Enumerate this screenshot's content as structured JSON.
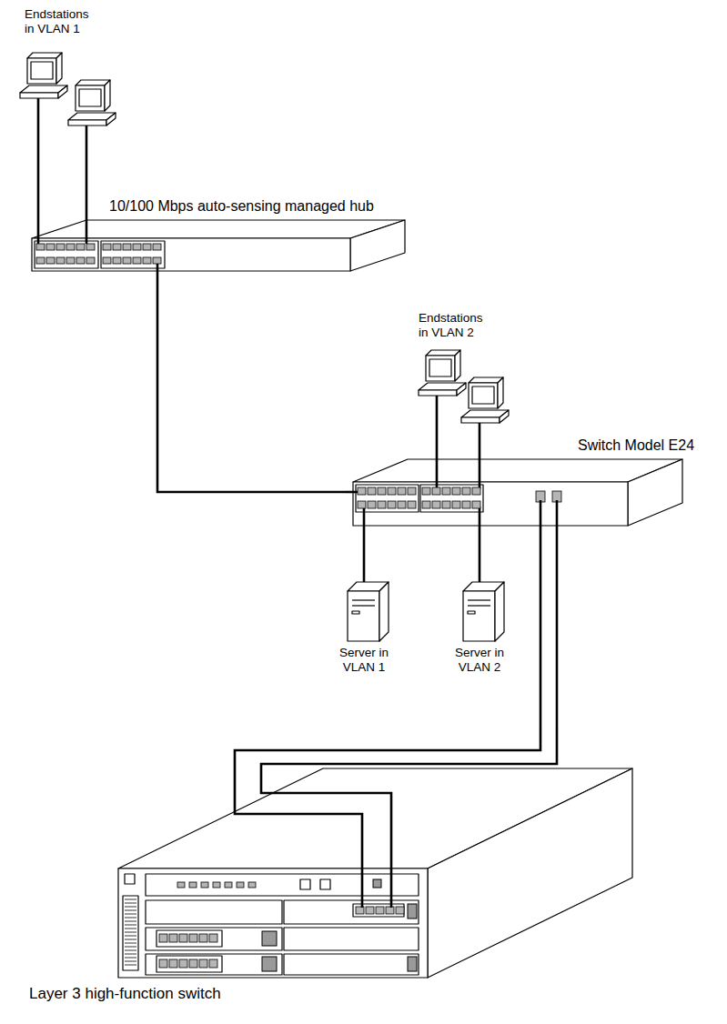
{
  "diagram": {
    "nodes": [
      {
        "text": [
          "Endstations in VLAN 1"
        ]
      },
      {
        "text": [
          "10/100 Mbps auto-sensing managed hub"
        ]
      },
      {
        "text": [
          "Endstations in VLAN 2"
        ]
      },
      {
        "text": [
          "Switch Model E24"
        ]
      },
      {
        "text": [
          "Server in VLAN 1"
        ]
      },
      {
        "text": [
          "Server in VLAN 2"
        ]
      },
      {
        "text": [
          "Layer 3 high-function switch"
        ]
      }
    ],
    "edges": [
      {
        "from": 0,
        "to": 1,
        "arrow": "none"
      },
      {
        "from": 0,
        "to": 1,
        "arrow": "none"
      },
      {
        "from": 1,
        "to": 3,
        "arrow": "none"
      },
      {
        "from": 2,
        "to": 3,
        "arrow": "none"
      },
      {
        "from": 2,
        "to": 3,
        "arrow": "none"
      },
      {
        "from": 4,
        "to": 3,
        "arrow": "none"
      },
      {
        "from": 5,
        "to": 3,
        "arrow": "none"
      },
      {
        "from": 3,
        "to": 6,
        "arrow": "none"
      },
      {
        "from": 3,
        "to": 6,
        "arrow": "none"
      }
    ]
  }
}
